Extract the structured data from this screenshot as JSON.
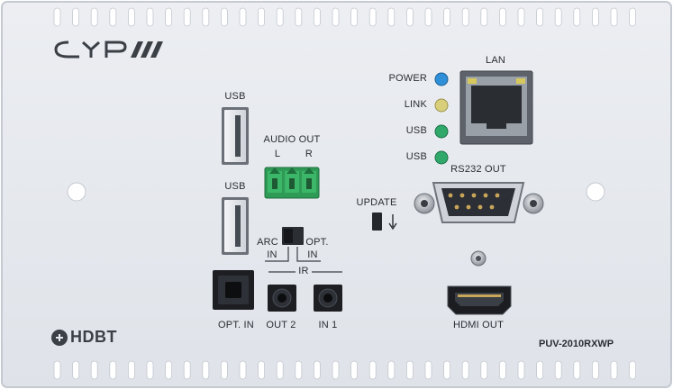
{
  "device": {
    "brand_logo": "CYP",
    "hdbt_logo": "HDBT",
    "model": "PUV-2010RXWP",
    "colors": {
      "panel": "#e6e9ee",
      "panel_edge": "#c9ced6",
      "slot": "#ffffff",
      "led_power": "#2f8fd8",
      "led_link": "#d9cf7a",
      "led_usb": "#2fa86a",
      "terminal_block": "#2e9a55"
    }
  },
  "labels": {
    "usb_top": "USB",
    "usb_bottom": "USB",
    "audio_out": "AUDIO OUT",
    "audio_l": "L",
    "audio_r": "R",
    "arc_in": "ARC\nIN",
    "arc": "ARC",
    "arc_in2": "IN",
    "opt_in_switch": "OPT.",
    "opt_in_switch2": "IN",
    "ir": "IR",
    "opt_in": "OPT. IN",
    "out2": "OUT 2",
    "in1": "IN 1",
    "update": "UPDATE",
    "power": "POWER",
    "link": "LINK",
    "usb_led1": "USB",
    "usb_led2": "USB",
    "lan": "LAN",
    "rs232_out": "RS232 OUT",
    "hdmi_out": "HDMI OUT"
  },
  "icons": {
    "update_arrow": "down-arrow-icon"
  }
}
